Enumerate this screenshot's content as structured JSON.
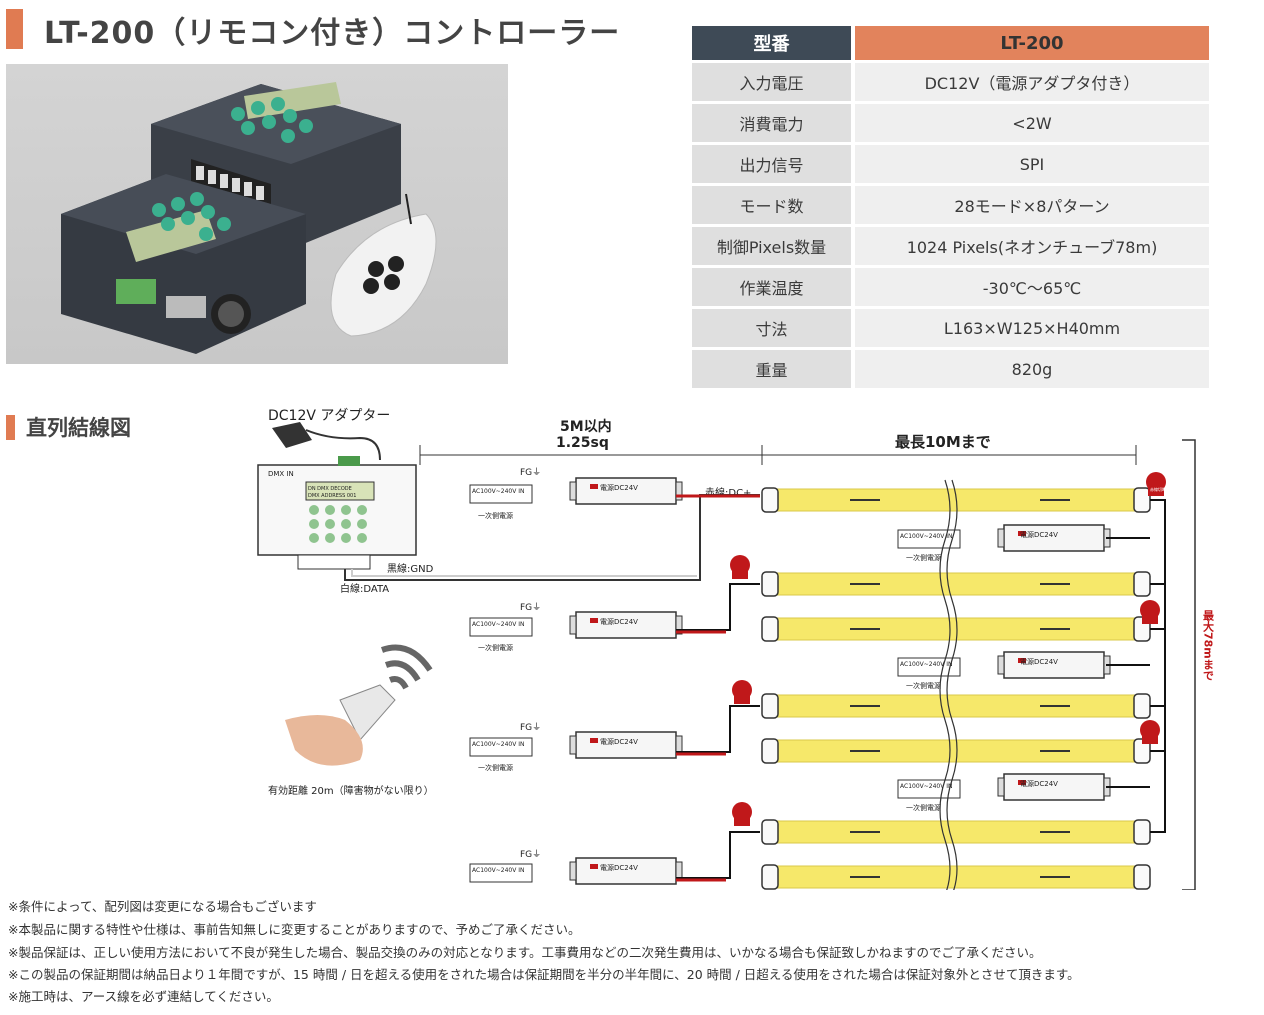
{
  "title": "LT-200（リモコン付き）コントローラー",
  "spec_table": {
    "header": {
      "label": "型番",
      "value": "LT-200"
    },
    "rows": [
      {
        "label": "入力電圧",
        "value": "DC12V（電源アダプタ付き）"
      },
      {
        "label": "消費電力",
        "value": "<2W"
      },
      {
        "label": "出力信号",
        "value": "SPI"
      },
      {
        "label": "モード数",
        "value": "28モード×8パターン"
      },
      {
        "label": "制御Pixels数量",
        "value": "1024 Pixels(ネオンチューブ78m)"
      },
      {
        "label": "作業温度",
        "value": "-30℃～65℃"
      },
      {
        "label": "寸法",
        "value": "L163×W125×H40mm"
      },
      {
        "label": "重量",
        "value": "820g"
      }
    ]
  },
  "wiring": {
    "heading": "直列結線図",
    "adapter_label": "DC12V アダプター",
    "distance_label": "5M以内",
    "cable_label": "1.25sq",
    "max_segment": "最長10Mまで",
    "max_total": "最大78mまで",
    "red_wire": "赤線:DC+",
    "black_wire": "黒線:GND",
    "white_wire": "白線:DATA",
    "fg": "FG⏚",
    "ac_input": "AC100V~240V IN",
    "primary_power": "一次側電源",
    "psu_label": "電源DC24V",
    "dmx_in": "DMX IN",
    "lcd_line1": "DN   DMX DECODE",
    "lcd_line2": "DMX ADDRESS    001",
    "remote_range": "有効距離 20m（障害物がない限り）",
    "cut_tag": "赤線切断"
  },
  "notes": [
    "※条件によって、配列図は変更になる場合もございます",
    "※本製品に関する特性や仕様は、事前告知無しに変更することがありますので、予めご了承ください。",
    "※製品保証は、正しい使用方法において不良が発生した場合、製品交換のみの対応となります。工事費用などの二次発生費用は、いかなる場合も保証致しかねますのでご了承ください。",
    "※この製品の保証期間は納品日より１年間ですが、15 時間 / 日を超える使用をされた場合は保証期間を半分の半年間に、20 時間 / 日超える使用をされた場合は保証対象外とさせて頂きます。",
    "※施工時は、アース線を必ず連結してください。"
  ],
  "colors": {
    "accent": "#e07b52",
    "header_dark": "#3e4a56",
    "tube": "#f6e86a",
    "wire_red": "#c0181a"
  }
}
